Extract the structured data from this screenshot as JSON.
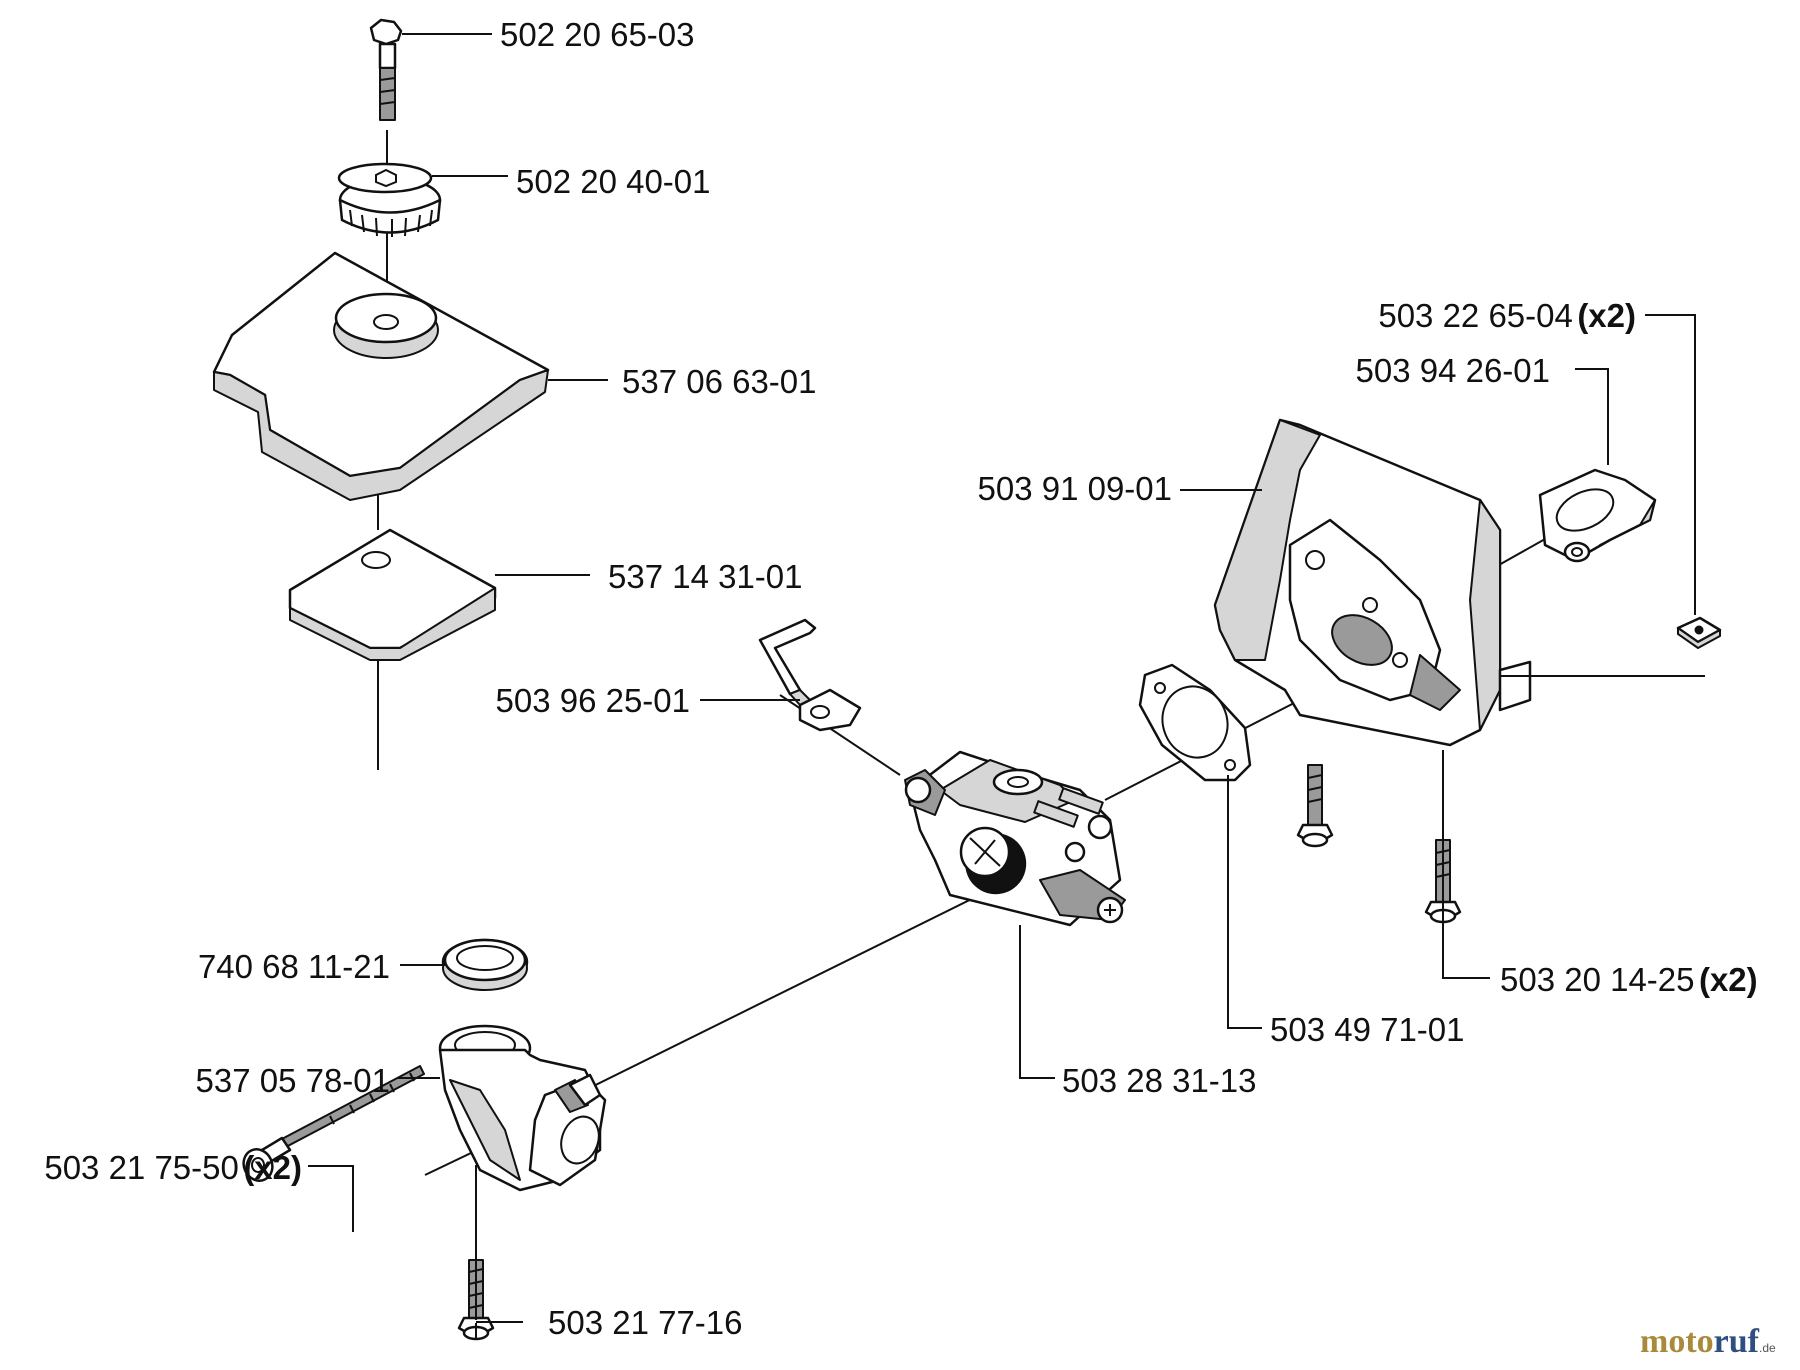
{
  "diagram": {
    "parts": [
      {
        "key": "p1",
        "number": "502 20 65-03",
        "qty": ""
      },
      {
        "key": "p2",
        "number": "502 20 40-01",
        "qty": ""
      },
      {
        "key": "p3",
        "number": "537 06 63-01",
        "qty": ""
      },
      {
        "key": "p4",
        "number": "537 14 31-01",
        "qty": ""
      },
      {
        "key": "p5",
        "number": "503 96 25-01",
        "qty": ""
      },
      {
        "key": "p6",
        "number": "503 22 65-04",
        "qty": "(x2)"
      },
      {
        "key": "p7",
        "number": "503 94 26-01",
        "qty": ""
      },
      {
        "key": "p8",
        "number": "503 91 09-01",
        "qty": ""
      },
      {
        "key": "p9",
        "number": "740 68 11-21",
        "qty": ""
      },
      {
        "key": "p10",
        "number": "537 05 78-01",
        "qty": ""
      },
      {
        "key": "p11",
        "number": "503 21 75-50",
        "qty": "(x2)"
      },
      {
        "key": "p12",
        "number": "503 21 77-16",
        "qty": ""
      },
      {
        "key": "p13",
        "number": "503 28 31-13",
        "qty": ""
      },
      {
        "key": "p14",
        "number": "503 49 71-01",
        "qty": ""
      },
      {
        "key": "p15",
        "number": "503 20 14-25",
        "qty": "(x2)"
      }
    ]
  },
  "watermark": {
    "part1": "moto",
    "part2": "ruf",
    "suffix": ".de"
  }
}
